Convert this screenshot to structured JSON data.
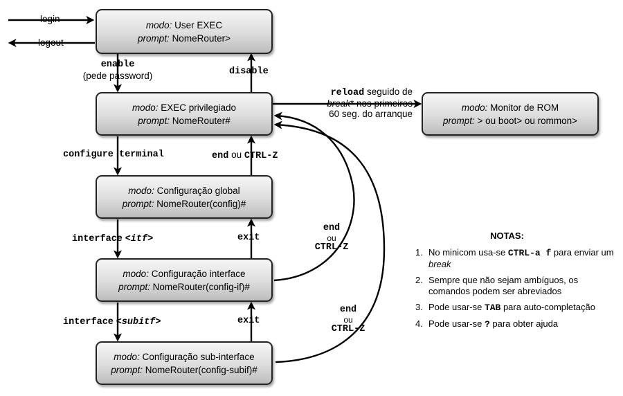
{
  "boxes": {
    "user_exec": {
      "mode_label": "modo:",
      "mode": "User EXEC",
      "prompt_label": "prompt:",
      "prompt": "NomeRouter>"
    },
    "privileged": {
      "mode_label": "modo:",
      "mode": "EXEC privilegiado",
      "prompt_label": "prompt:",
      "prompt": "NomeRouter#"
    },
    "global_config": {
      "mode_label": "modo:",
      "mode": "Configuração global",
      "prompt_label": "prompt:",
      "prompt": "NomeRouter(config)#"
    },
    "interface_config": {
      "mode_label": "modo:",
      "mode": "Configuração interface",
      "prompt_label": "prompt:",
      "prompt": "NomeRouter(config-if)#"
    },
    "subinterface_config": {
      "mode_label": "modo:",
      "mode": "Configuração sub-interface",
      "prompt_label": "prompt:",
      "prompt": "NomeRouter(config-subif)#"
    },
    "rom_monitor": {
      "mode_label": "modo:",
      "mode": "Monitor de ROM",
      "prompt_label": "prompt:",
      "prompt": "> ou boot> ou rommon>"
    }
  },
  "transitions": {
    "login": "login",
    "logout": "logout",
    "enable": "enable",
    "enable_note": "(pede password)",
    "disable": "disable",
    "configure_terminal": "configure terminal",
    "end": "end",
    "ou": "ou",
    "ctrl_z": "CTRL-Z",
    "interface": "interface",
    "itf": "<itf>",
    "subitf": "<subitf>",
    "exit": "exit",
    "reload": "reload",
    "reload_line1": " seguido de",
    "reload_break": "break",
    "reload_line2": "* nos primeiros",
    "reload_line3": "60 seg. do arranque"
  },
  "notes": {
    "title": "NOTAS:",
    "items": [
      {
        "num": "1.",
        "pre": "No minicom  usa-se ",
        "code": "CTRL-a f",
        "mid": " para enviar um ",
        "em": "break"
      },
      {
        "num": "2.",
        "text": "Sempre que não sejam ambíguos, os comandos podem  ser abreviados"
      },
      {
        "num": "3.",
        "pre": "Pode usar-se ",
        "code": "TAB",
        "post": " para auto-completação"
      },
      {
        "num": "4.",
        "pre": "Pode usar-se ",
        "code": "?",
        "post": " para obter ajuda"
      }
    ]
  }
}
